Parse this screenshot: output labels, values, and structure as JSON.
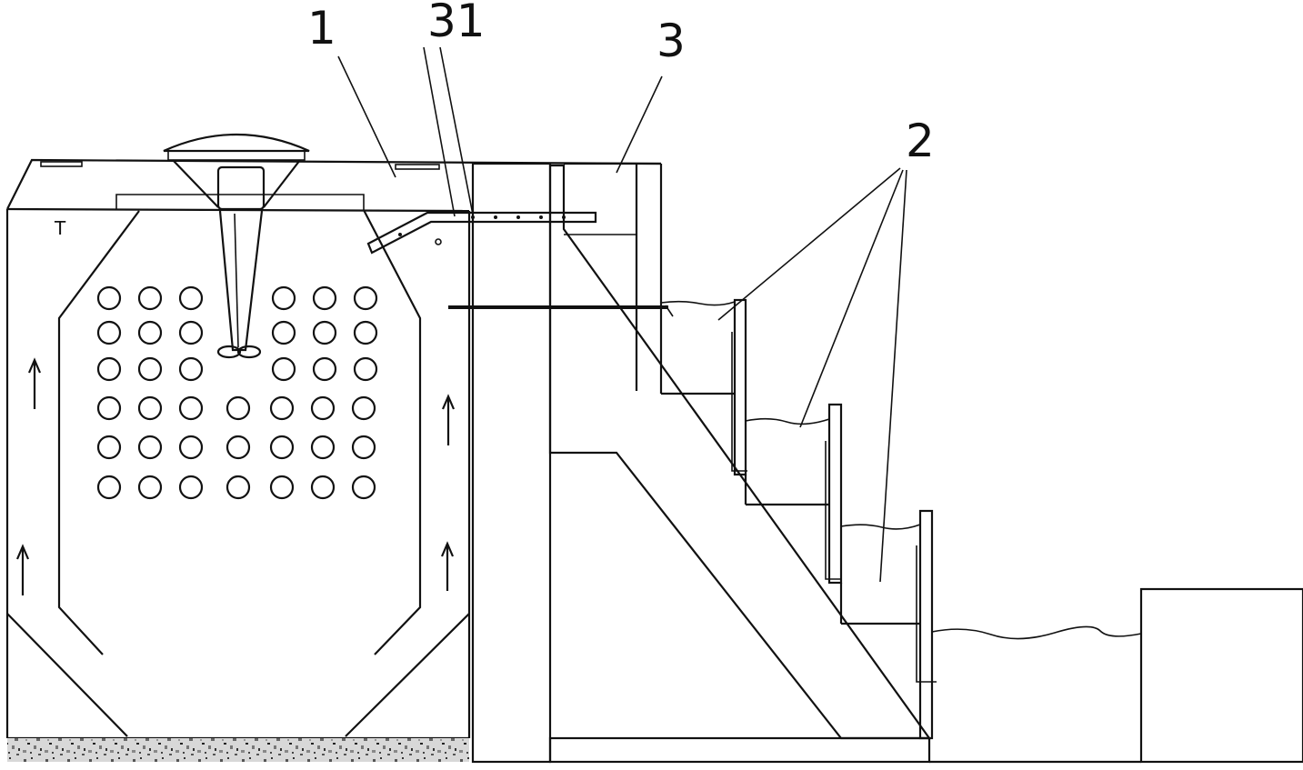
{
  "labels": {
    "tank": "1",
    "pipe": "31",
    "column": "3",
    "steps": "2",
    "marker": "T"
  }
}
